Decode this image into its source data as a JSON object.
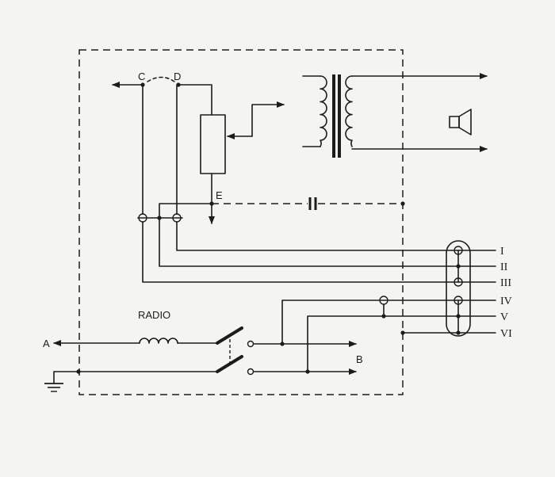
{
  "labels": {
    "c": "C",
    "d": "D",
    "e": "E",
    "a": "A",
    "b": "B",
    "radio": "RADIO"
  },
  "connector_pins": [
    "I",
    "II",
    "III",
    "IV",
    "V",
    "VI"
  ]
}
